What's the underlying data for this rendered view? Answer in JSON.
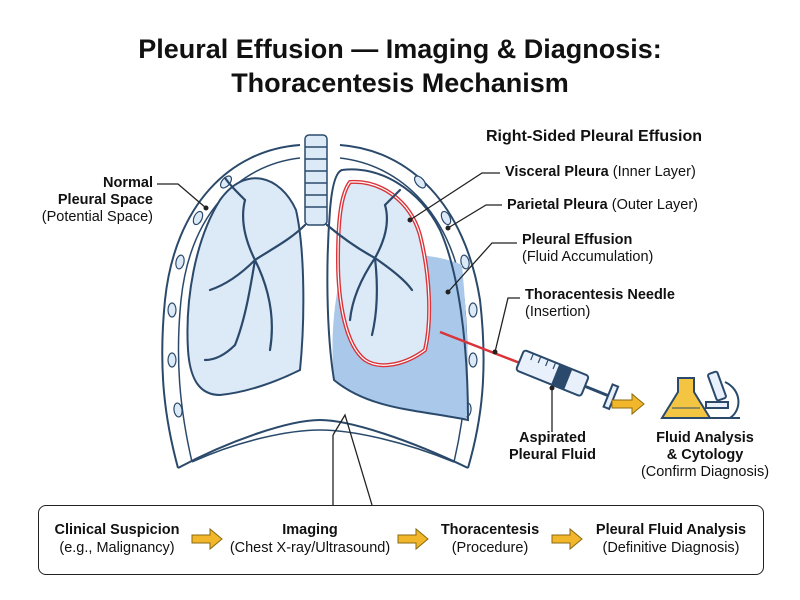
{
  "title": {
    "line1": "Pleural Effusion — Imaging & Diagnosis:",
    "line2": "Thoracentesis Mechanism"
  },
  "labels": {
    "normal_pleural": {
      "line1": "Normal",
      "line2": "Pleural Space",
      "sub": "(Potential Space)"
    },
    "right_sided": "Right-Sided Pleural Effusion",
    "visceral": {
      "title": "Visceral Pleura",
      "sub": "(Inner Layer)"
    },
    "parietal": {
      "title": "Parietal Pleura",
      "sub": "(Outer Layer)"
    },
    "effusion": {
      "title": "Pleural Effusion",
      "sub": "(Fluid Accumulation)"
    },
    "needle": {
      "title": "Thoracentesis Needle",
      "sub": "(Insertion)"
    },
    "aspirated": {
      "line1": "Aspirated",
      "line2": "Pleural Fluid"
    },
    "analysis": {
      "line1": "Fluid Analysis",
      "line2": "& Cytology",
      "sub": "(Confirm Diagnosis)"
    }
  },
  "flow": [
    {
      "title": "Clinical Suspicion",
      "sub": "(e.g., Malignancy)"
    },
    {
      "title": "Imaging",
      "sub": "(Chest X-ray/Ultrasound)"
    },
    {
      "title": "Thoracentesis",
      "sub": "(Procedure)"
    },
    {
      "title": "Pleural Fluid Analysis",
      "sub": "(Definitive Diagnosis)"
    }
  ],
  "colors": {
    "lung_fill": "#dce9f7",
    "lung_stroke": "#2b4a6b",
    "fluid": "#a9c8ea",
    "pleura_red": "#d9343a",
    "arrow_yellow": "#f2b62a",
    "flask_yellow": "#f4c542"
  }
}
